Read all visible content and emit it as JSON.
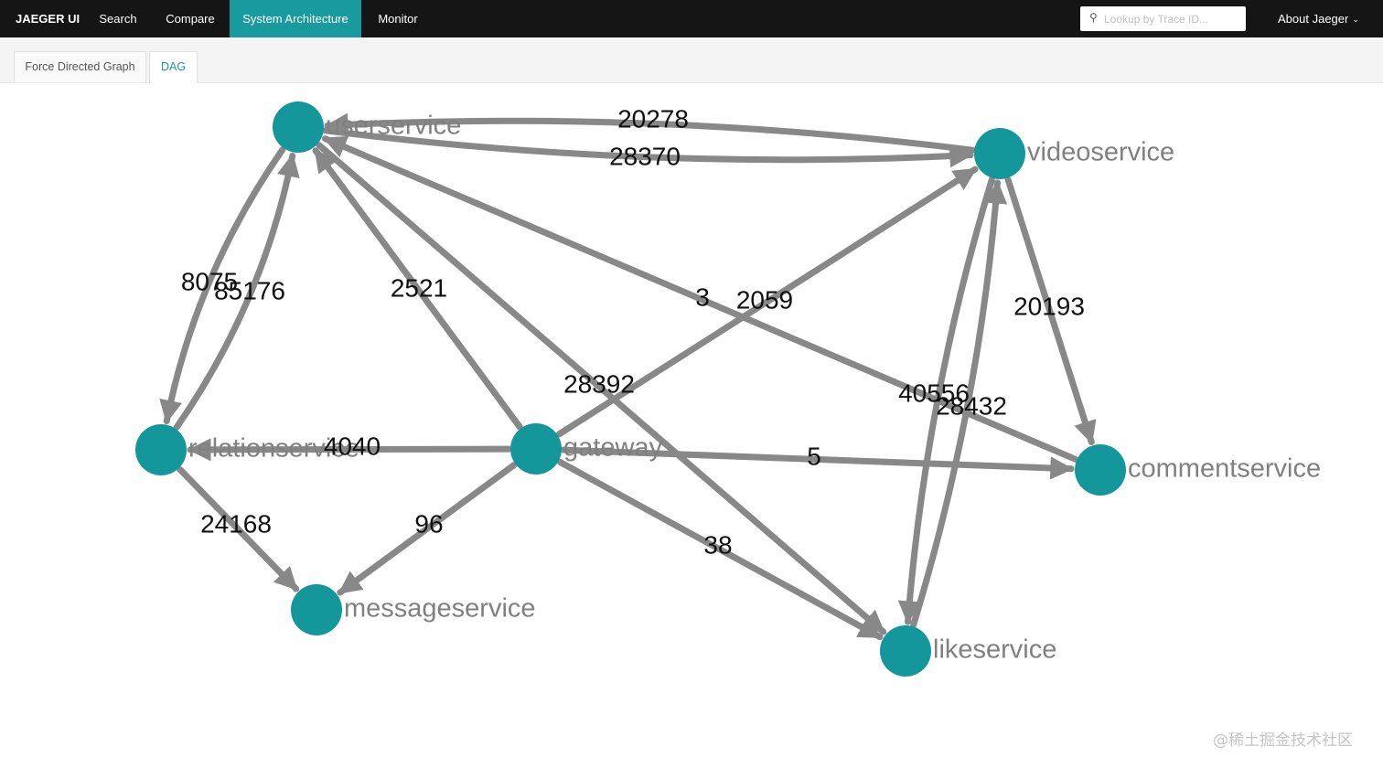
{
  "nav": {
    "brand": "JAEGER UI",
    "items": [
      {
        "label": "Search",
        "active": false
      },
      {
        "label": "Compare",
        "active": false
      },
      {
        "label": "System Architecture",
        "active": true
      },
      {
        "label": "Monitor",
        "active": false
      }
    ],
    "search_placeholder": "Lookup by Trace ID...",
    "search_icon": "magnifier-icon",
    "about_label": "About Jaeger",
    "about_icon": "chevron-down-icon"
  },
  "tabs": [
    {
      "label": "Force Directed Graph",
      "active": false
    },
    {
      "label": "DAG",
      "active": true
    }
  ],
  "graph": {
    "node_color": "#14979a",
    "edge_color": "#888888",
    "nodes": [
      {
        "id": "userservice",
        "label": "userservice"
      },
      {
        "id": "videoservice",
        "label": "videoservice"
      },
      {
        "id": "relationservice",
        "label": "relationservice"
      },
      {
        "id": "gateway",
        "label": "gateway"
      },
      {
        "id": "commentservice",
        "label": "commentservice"
      },
      {
        "id": "messageservice",
        "label": "messageservice"
      },
      {
        "id": "likeservice",
        "label": "likeservice"
      }
    ],
    "edges": [
      {
        "from": "videoservice",
        "to": "userservice",
        "label": "20278"
      },
      {
        "from": "userservice",
        "to": "videoservice",
        "label": "28370"
      },
      {
        "from": "relationservice",
        "to": "userservice",
        "label": "8075"
      },
      {
        "from": "userservice",
        "to": "relationservice",
        "label": "85176"
      },
      {
        "from": "gateway",
        "to": "userservice",
        "label": "2521"
      },
      {
        "from": "commentservice",
        "to": "userservice",
        "label": "3"
      },
      {
        "from": "gateway",
        "to": "videoservice",
        "label": "2059"
      },
      {
        "from": "videoservice",
        "to": "commentservice",
        "label": "20193"
      },
      {
        "from": "userservice",
        "to": "likeservice",
        "label": "28392"
      },
      {
        "from": "videoservice",
        "to": "likeservice",
        "label": "40556"
      },
      {
        "from": "likeservice",
        "to": "videoservice",
        "label": "28432"
      },
      {
        "from": "gateway",
        "to": "relationservice",
        "label": "4040"
      },
      {
        "from": "gateway",
        "to": "commentservice",
        "label": "5"
      },
      {
        "from": "relationservice",
        "to": "messageservice",
        "label": "24168"
      },
      {
        "from": "gateway",
        "to": "messageservice",
        "label": "96"
      },
      {
        "from": "gateway",
        "to": "likeservice",
        "label": "38"
      }
    ]
  },
  "watermark": "@稀土掘金技术社区"
}
